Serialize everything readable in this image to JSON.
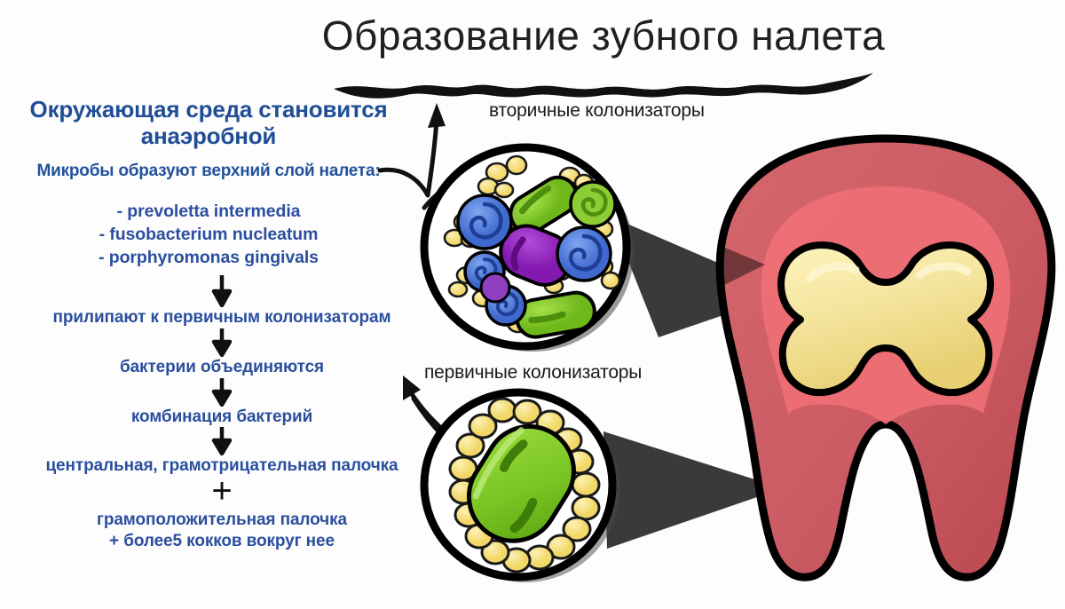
{
  "page": {
    "title": "Образование зубного налета",
    "background_color": "#fdfdfd"
  },
  "colors": {
    "title_text": "#231f20",
    "heading_blue": "#1f4e96",
    "body_blue": "#2b4f9e",
    "label_dark": "#1a1a1a",
    "tooth_outer_red": "#cc5c63",
    "tooth_inner_pink": "#ef6f75",
    "tooth_pulp_yellow": "#f5e6a0",
    "wedge_gray": "#3a3a3a",
    "bacteria_green": "#7ac424",
    "bacteria_purple": "#9b28c4",
    "bacteria_blue": "#4f7fdb",
    "cocci_yellow": "#f7e08a",
    "outline_black": "#000000"
  },
  "left_column": {
    "lead_line_1": "Окружающая среда становится",
    "lead_line_2": "анаэробной",
    "subtitle": "Микробы образуют верхний слой налета:",
    "species": [
      "- prevoletta intermedia",
      "- fusobacterium nucleatum",
      "- porphyromonas gingivals"
    ],
    "flow": [
      "прилипают к первичным колонизаторам",
      "бактерии объединяются",
      "комбинация бактерий",
      "центральная, грамотрицательная палочка"
    ],
    "plus": "+",
    "final_line_1": "грамоположительная палочка",
    "final_line_2": "+ более5 кокков вокруг нее"
  },
  "callouts": {
    "secondary_label": "вторичные колонизаторы",
    "primary_label": "первичные колонизаторы"
  },
  "illustrations": {
    "secondary_bubble": {
      "name": "secondary-colonizers-microscope-view",
      "contents": [
        "green rods",
        "purple rod",
        "blue spiral spirochetes",
        "green spiral",
        "yellow cocci clusters"
      ]
    },
    "primary_bubble": {
      "name": "primary-colonizers-microscope-view",
      "contents": [
        "green central rod",
        "ring of yellow cocci"
      ]
    },
    "tooth": {
      "name": "molar-tooth-cross-section",
      "layers": [
        "outer enamel red",
        "inner dentin pink",
        "pulp cavity yellow"
      ]
    }
  }
}
